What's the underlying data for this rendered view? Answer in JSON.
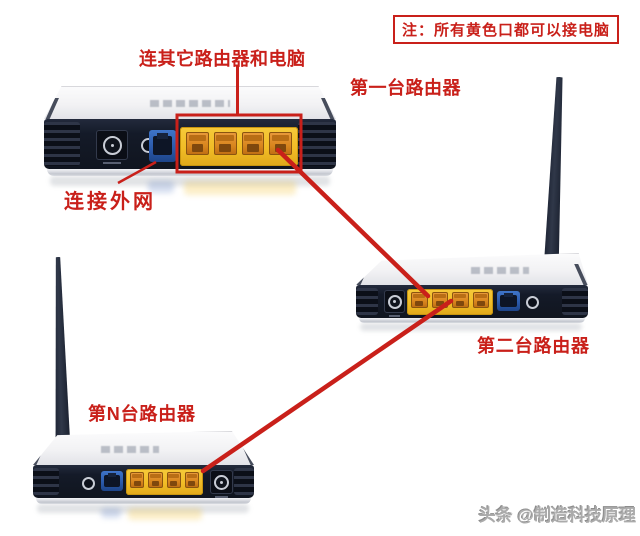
{
  "note": {
    "text": "注：所有黄色口都可以接电脑"
  },
  "annotations": {
    "lan": "连其它路由器和电脑",
    "wan": "连接外网"
  },
  "routers": [
    {
      "label": "第一台路由器",
      "lan_ports": 4,
      "wan_ports": 1,
      "has_antenna": false
    },
    {
      "label": "第二台路由器",
      "lan_ports": 4,
      "wan_ports": 1,
      "has_antenna": true
    },
    {
      "label": "第N台路由器",
      "lan_ports": 4,
      "wan_ports": 1,
      "has_antenna": true
    }
  ],
  "watermark": {
    "text": "头条 @制造科技原理"
  },
  "colors": {
    "accent_red": "#c9201a",
    "lan_port_yellow": "#f1bc26",
    "wan_port_blue": "#2a58a8"
  }
}
